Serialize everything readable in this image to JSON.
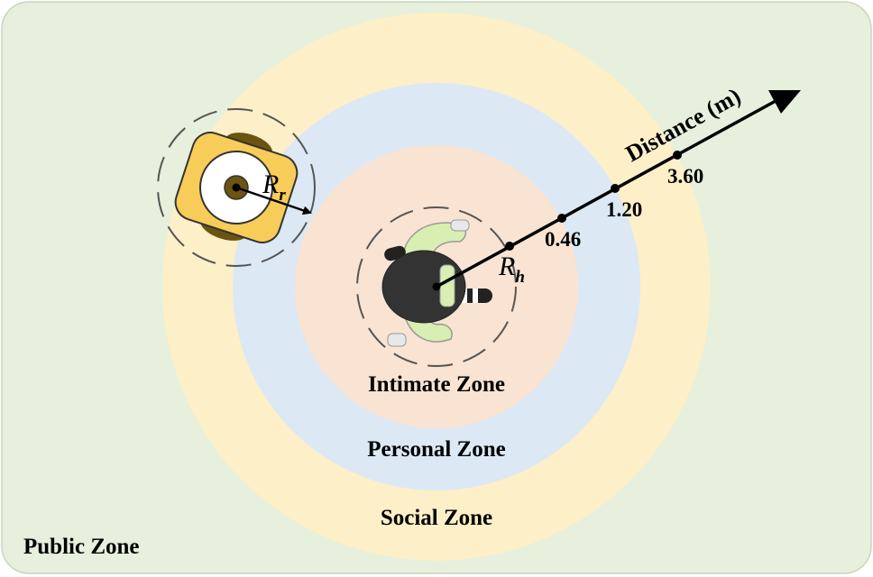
{
  "zones": {
    "public": "Public Zone",
    "social": "Social Zone",
    "personal": "Personal Zone",
    "intimate": "Intimate Zone"
  },
  "axis": {
    "label": "Distance (m)",
    "ticks": [
      "0.46",
      "1.20",
      "3.60"
    ]
  },
  "symbols": {
    "robot_radius": "R",
    "robot_radius_sub": "r",
    "human_radius": "R",
    "human_radius_sub": "h"
  },
  "colors": {
    "public": "#e6f0dc",
    "social": "#fdefc8",
    "personal": "#dce8f4",
    "intimate": "#f9e3d2",
    "robot_body": "#f7cc58",
    "robot_wheel": "#6b5310",
    "human_shirt": "#d9eeb2",
    "human_head": "#333333"
  }
}
